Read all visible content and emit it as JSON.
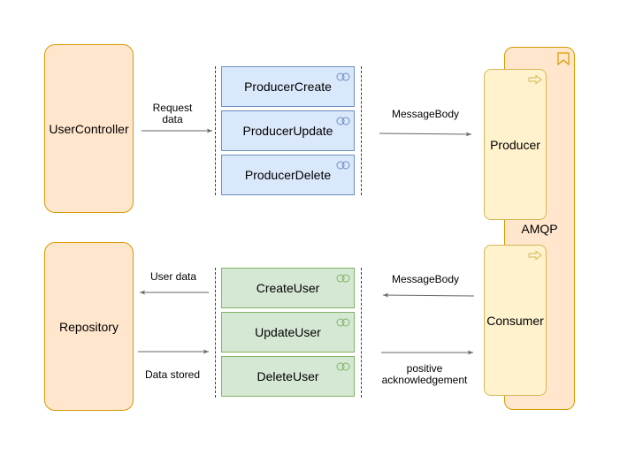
{
  "nodes": {
    "user_controller": "UserController",
    "repository": "Repository",
    "producer_create": "ProducerCreate",
    "producer_update": "ProducerUpdate",
    "producer_delete": "ProducerDelete",
    "create_user": "CreateUser",
    "update_user": "UpdateUser",
    "delete_user": "DeleteUser",
    "producer": "Producer",
    "consumer": "Consumer",
    "amqp": "AMQP"
  },
  "edges": {
    "request_data": [
      "Request",
      "data"
    ],
    "message_body_top": "MessageBody",
    "message_body_bottom": "MessageBody",
    "user_data": "User data",
    "data_stored": "Data stored",
    "positive_ack": [
      "positive",
      "acknowledgement"
    ]
  },
  "icons": {
    "component": "component-icon",
    "interface_arrow": "arrow-outline-icon",
    "bookmark": "bookmark-icon"
  },
  "colors": {
    "peach_fill": "#ffe6cc",
    "peach_stroke": "#d79b00",
    "blue_fill": "#dae8fc",
    "blue_stroke": "#6c8ebf",
    "green_fill": "#d5e8d4",
    "green_stroke": "#82b366",
    "yellow_fill": "#fff2cc",
    "yellow_stroke": "#d6b656",
    "dash": "#23445d",
    "arrow": "#666666"
  }
}
